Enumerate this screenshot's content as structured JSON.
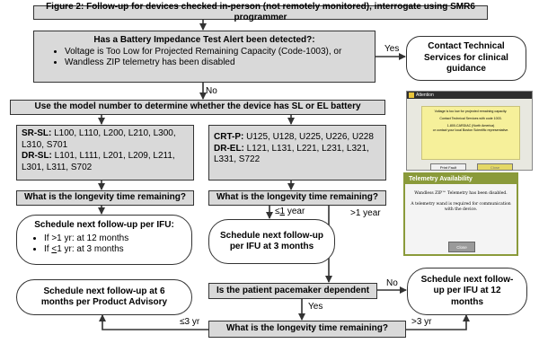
{
  "figure_title": "Figure 2: Follow-up for devices checked in-person (not remotely monitored), interrogate using SMR6 programmer",
  "alert_question": {
    "heading": "Has a Battery Impedance Test Alert been detected?:",
    "bullets": [
      "Voltage is Too Low for Projected Remaining Capacity (Code-1003), or",
      "Wandless ZIP telemetry has been disabled"
    ]
  },
  "contact_box": "Contact Technical Services for clinical guidance",
  "labels": {
    "yes_top": "Yes",
    "no_top": "No",
    "le1yr_prefix": "≤",
    "le1yr_number": "1",
    "le1yr_suffix": " year",
    "gt1yr": ">1 year",
    "no_pace": "No",
    "yes_pace": "Yes",
    "le3yr": "≤3 yr",
    "gt3yr": ">3 yr"
  },
  "model_instruction": "Use the model number to determine whether the device has SL or EL battery",
  "left_models": [
    {
      "label": "SR-SL:",
      "models": " L100, L110, L200, L210, L300, L310, S701"
    },
    {
      "label": "DR-SL:",
      "models": " L101, L111, L201, L209, L211, L301, L311, S702"
    }
  ],
  "right_models": [
    {
      "label": "CRT-P:",
      "models": " U125, U128, U225, U226, U228"
    },
    {
      "label": "DR-EL:",
      "models": " L121, L131, L221, L231, L321, L331, S722"
    }
  ],
  "longevity_question": "What is the longevity time remaining?",
  "left_schedule": {
    "heading": "Schedule next follow-up per IFU:",
    "item1": "If >1 yr: at 12 months",
    "item2_prefix": "If ",
    "item2_underlined": "<",
    "item2_rest": "1 yr: at 3 months"
  },
  "schedule_3_months": "Schedule next follow-up per IFU at 3 months",
  "schedule_6_months": "Schedule next follow-up at 6 months per Product Advisory",
  "pacemaker_question": "Is the patient pacemaker dependent",
  "schedule_12_months": "Schedule next follow-up per IFU at 12 months",
  "attention_dialog": {
    "title": "Attention",
    "line1": "Voltage is too low for projected remaining capacity.",
    "line2": "Contact Technical Services with code 1003.",
    "line3": "1-800-CARDIAC (North America)",
    "line4": "or contact your local Boston Scientific representative.",
    "btn_print": "Print Fault",
    "btn_close": "Close"
  },
  "telemetry_dialog": {
    "title": "Telemetry Availability",
    "line1": "Wandless ZIP™ Telemetry has been disabled.",
    "line2": "A telemetry wand is required for communication with the device.",
    "close": "Close"
  }
}
